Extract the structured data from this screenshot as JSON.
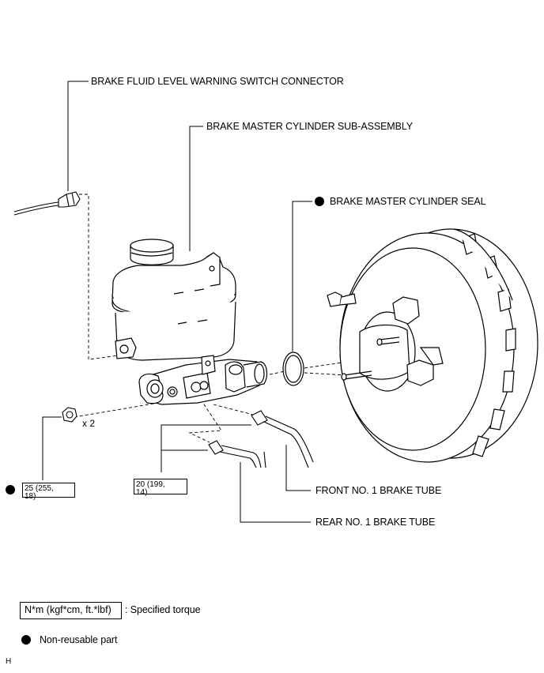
{
  "callouts": {
    "connector": "BRAKE FLUID LEVEL WARNING SWITCH  CONNECTOR",
    "master_cylinder": "BRAKE MASTER CYLINDER SUB-ASSEMBLY",
    "seal": "BRAKE MASTER CYLINDER SEAL",
    "front_tube": "FRONT NO. 1 BRAKE TUBE",
    "rear_tube": "REAR NO. 1 BRAKE TUBE",
    "nut_count": "x 2"
  },
  "torques": {
    "nut": {
      "line1": "25 (255,",
      "line2": "18)"
    },
    "tube": {
      "line1": "20 (199,",
      "line2": "14)"
    }
  },
  "legend": {
    "torque_box": "N*m (kgf*cm, ft.*lbf)",
    "torque_desc": ": Specified torque",
    "nonreusable_desc": "Non-reusable part"
  },
  "corner_mark": "H"
}
